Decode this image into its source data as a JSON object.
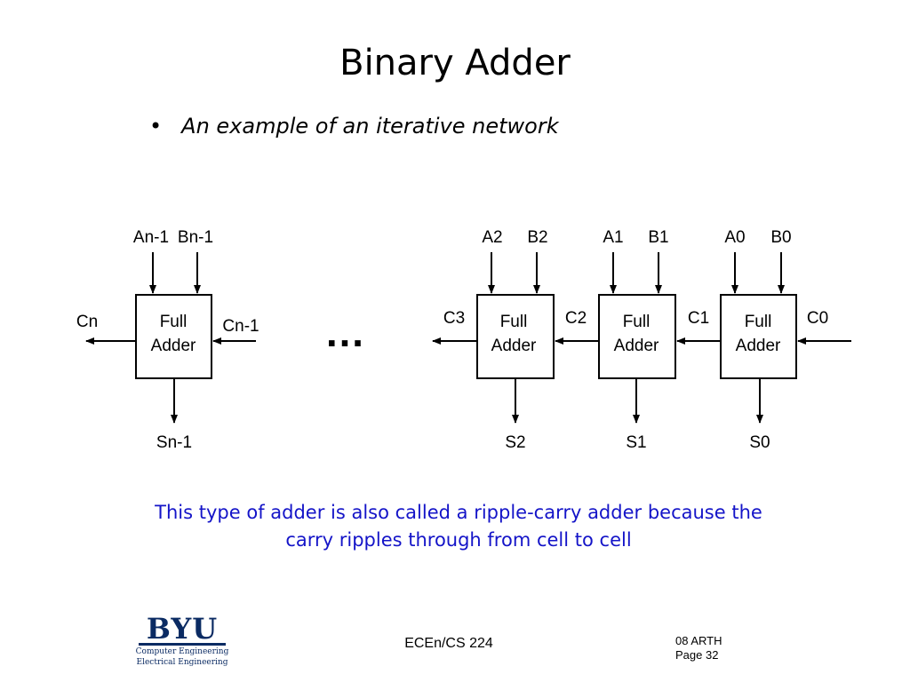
{
  "slide": {
    "title": "Binary Adder",
    "bullet": "An example of an iterative network",
    "note_line1": "This type of adder is also called a ripple-carry adder because the",
    "note_line2": "carry ripples through from cell to cell",
    "ellipsis": "…"
  },
  "diagram": {
    "cells": [
      {
        "name": "cell-n-1",
        "label_line1": "Full",
        "label_line2": "Adder",
        "input_a": "An-1",
        "input_b": "Bn-1",
        "carry_in": "Cn-1",
        "carry_out": "Cn",
        "sum": "Sn-1"
      },
      {
        "name": "cell-2",
        "label_line1": "Full",
        "label_line2": "Adder",
        "input_a": "A2",
        "input_b": "B2",
        "carry_out": "C3",
        "sum": "S2"
      },
      {
        "name": "cell-1",
        "label_line1": "Full",
        "label_line2": "Adder",
        "input_a": "A1",
        "input_b": "B1",
        "carry_out": "C2",
        "sum": "S1"
      },
      {
        "name": "cell-0",
        "label_line1": "Full",
        "label_line2": "Adder",
        "input_a": "A0",
        "input_b": "B0",
        "carry_out": "C1",
        "carry_in": "C0",
        "sum": "S0"
      }
    ]
  },
  "footer": {
    "logo_word": "BYU",
    "logo_line1": "Computer Engineering",
    "logo_line2": "Electrical Engineering",
    "course": "ECEn/CS 224",
    "section": "08 ARTH",
    "page": "Page 32"
  }
}
